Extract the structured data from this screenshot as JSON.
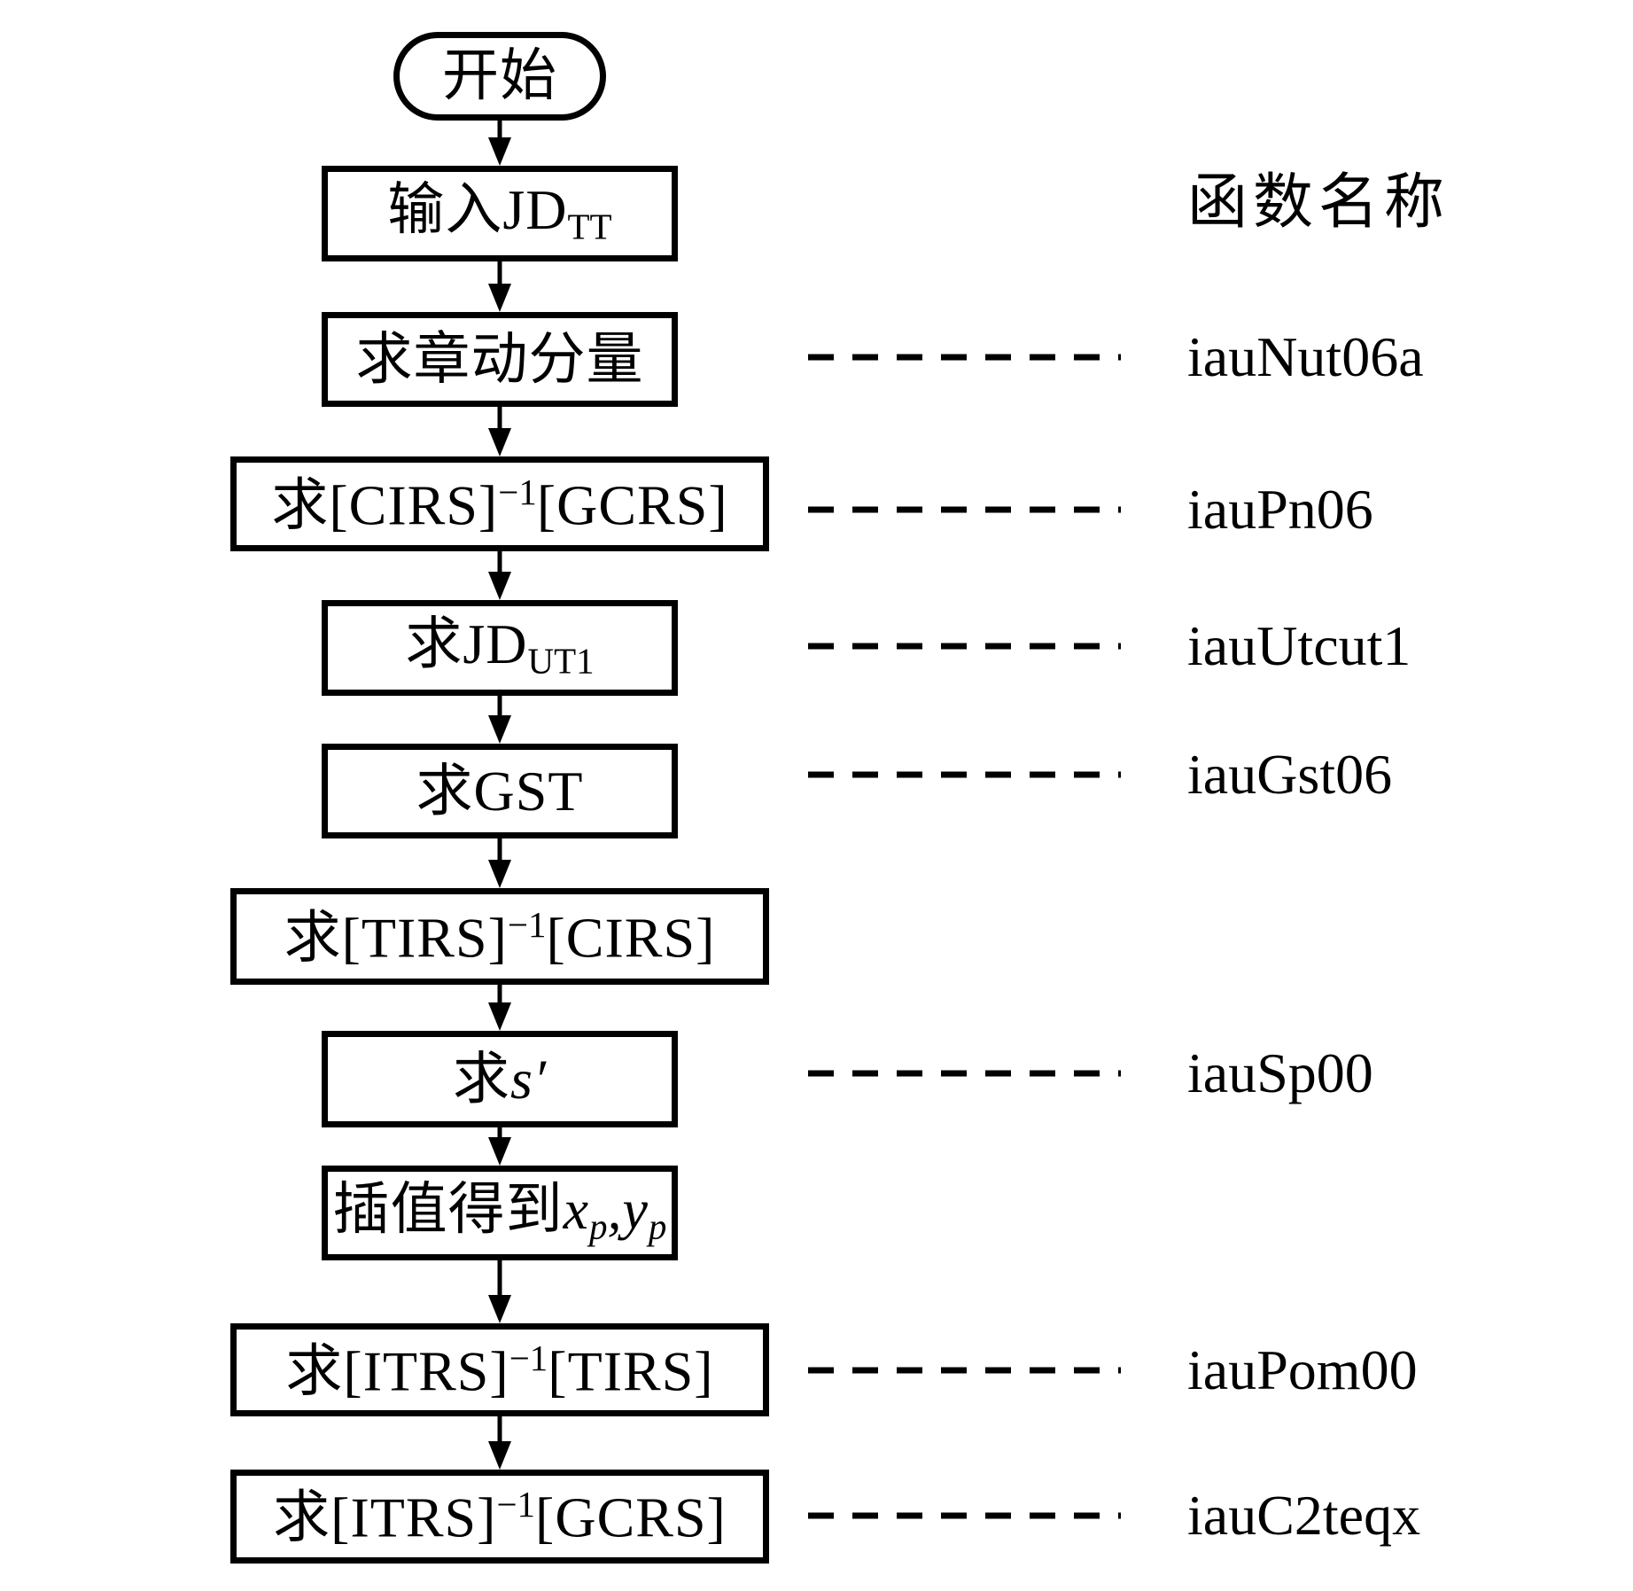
{
  "header": {
    "function_names_label": "函数名称"
  },
  "colors": {
    "stroke": "#000000",
    "background": "#ffffff"
  },
  "nodes": [
    {
      "id": "start",
      "shape": "terminator",
      "segments": [
        {
          "text": "开始",
          "kind": "text"
        }
      ]
    },
    {
      "id": "input-jdtt",
      "shape": "process",
      "segments": [
        {
          "text": "输入JD",
          "kind": "text"
        },
        {
          "text": "TT",
          "kind": "sub"
        }
      ]
    },
    {
      "id": "nutation-components",
      "shape": "process",
      "segments": [
        {
          "text": "求章动分量",
          "kind": "text"
        }
      ]
    },
    {
      "id": "cirs-inv-gcrs",
      "shape": "process",
      "segments": [
        {
          "text": "求[CIRS]",
          "kind": "text"
        },
        {
          "text": "−1",
          "kind": "sup"
        },
        {
          "text": "[GCRS]",
          "kind": "text"
        }
      ]
    },
    {
      "id": "jd-ut1",
      "shape": "process",
      "segments": [
        {
          "text": "求JD",
          "kind": "text"
        },
        {
          "text": "UT1",
          "kind": "sub"
        }
      ]
    },
    {
      "id": "gst",
      "shape": "process",
      "segments": [
        {
          "text": "求GST",
          "kind": "text"
        }
      ]
    },
    {
      "id": "tirs-inv-cirs",
      "shape": "process",
      "segments": [
        {
          "text": "求[TIRS]",
          "kind": "text"
        },
        {
          "text": "−1",
          "kind": "sup"
        },
        {
          "text": "[CIRS]",
          "kind": "text"
        }
      ]
    },
    {
      "id": "s-prime",
      "shape": "process",
      "segments": [
        {
          "text": "求",
          "kind": "text"
        },
        {
          "text": "s′",
          "kind": "italic"
        }
      ]
    },
    {
      "id": "interpolate-xp-yp",
      "shape": "process",
      "segments": [
        {
          "text": "插值得到",
          "kind": "text"
        },
        {
          "text": "x",
          "kind": "italic"
        },
        {
          "text": "p",
          "kind": "italic-sub"
        },
        {
          "text": ",",
          "kind": "italic"
        },
        {
          "text": "y",
          "kind": "italic"
        },
        {
          "text": "p",
          "kind": "italic-sub"
        }
      ]
    },
    {
      "id": "itrs-inv-tirs",
      "shape": "process",
      "segments": [
        {
          "text": "求[ITRS]",
          "kind": "text"
        },
        {
          "text": "−1",
          "kind": "sup"
        },
        {
          "text": "[TIRS]",
          "kind": "text"
        }
      ]
    },
    {
      "id": "itrs-inv-gcrs",
      "shape": "process",
      "segments": [
        {
          "text": "求[ITRS]",
          "kind": "text"
        },
        {
          "text": "−1",
          "kind": "sup"
        },
        {
          "text": "[GCRS]",
          "kind": "text"
        }
      ]
    }
  ],
  "annotations": [
    {
      "function": "iauNut06a"
    },
    {
      "function": "iauPn06"
    },
    {
      "function": "iauUtcut1"
    },
    {
      "function": "iauGst06"
    },
    {
      "function": "iauSp00"
    },
    {
      "function": "iauPom00"
    },
    {
      "function": "iauC2teqx"
    }
  ]
}
